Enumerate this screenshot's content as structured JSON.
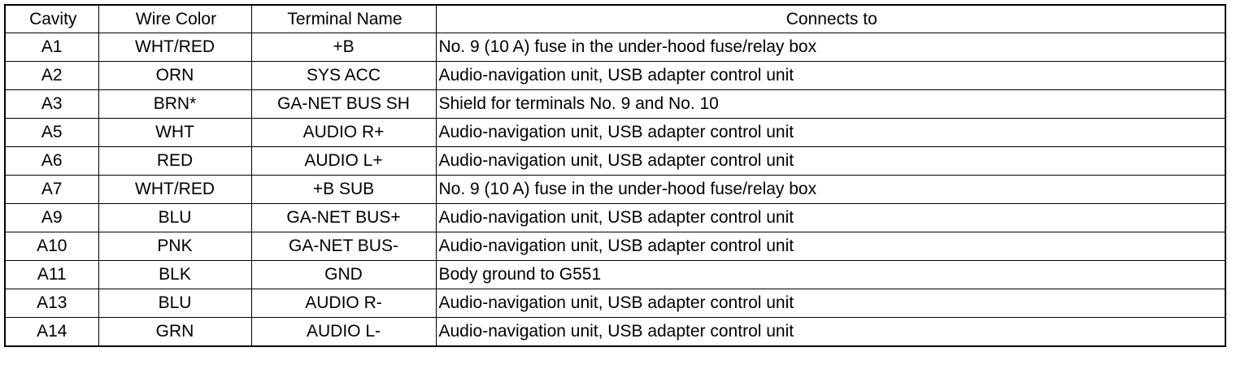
{
  "headers": {
    "cavity": "Cavity",
    "wire_color": "Wire Color",
    "terminal_name": "Terminal Name",
    "connects_to": "Connects to"
  },
  "rows": [
    {
      "cavity": "A1",
      "wire_color": "WHT/RED",
      "terminal_name": "+B",
      "connects_to": "No. 9 (10 A) fuse in the under-hood fuse/relay box"
    },
    {
      "cavity": "A2",
      "wire_color": "ORN",
      "terminal_name": "SYS ACC",
      "connects_to": "Audio-navigation unit, USB adapter control unit"
    },
    {
      "cavity": "A3",
      "wire_color": "BRN*",
      "terminal_name": "GA-NET BUS SH",
      "connects_to": "Shield for terminals No. 9 and No. 10"
    },
    {
      "cavity": "A5",
      "wire_color": "WHT",
      "terminal_name": "AUDIO R+",
      "connects_to": "Audio-navigation unit, USB adapter control unit"
    },
    {
      "cavity": "A6",
      "wire_color": "RED",
      "terminal_name": "AUDIO L+",
      "connects_to": "Audio-navigation unit, USB adapter control unit"
    },
    {
      "cavity": "A7",
      "wire_color": "WHT/RED",
      "terminal_name": "+B SUB",
      "connects_to": "No. 9 (10 A) fuse in the under-hood fuse/relay box"
    },
    {
      "cavity": "A9",
      "wire_color": "BLU",
      "terminal_name": "GA-NET BUS+",
      "connects_to": "Audio-navigation unit, USB adapter control unit"
    },
    {
      "cavity": "A10",
      "wire_color": "PNK",
      "terminal_name": "GA-NET BUS-",
      "connects_to": "Audio-navigation unit, USB adapter control unit"
    },
    {
      "cavity": "A11",
      "wire_color": "BLK",
      "terminal_name": "GND",
      "connects_to": "Body ground to G551"
    },
    {
      "cavity": "A13",
      "wire_color": "BLU",
      "terminal_name": "AUDIO R-",
      "connects_to": "Audio-navigation unit, USB adapter control unit"
    },
    {
      "cavity": "A14",
      "wire_color": "GRN",
      "terminal_name": "AUDIO L-",
      "connects_to": "Audio-navigation unit, USB adapter control unit"
    }
  ]
}
